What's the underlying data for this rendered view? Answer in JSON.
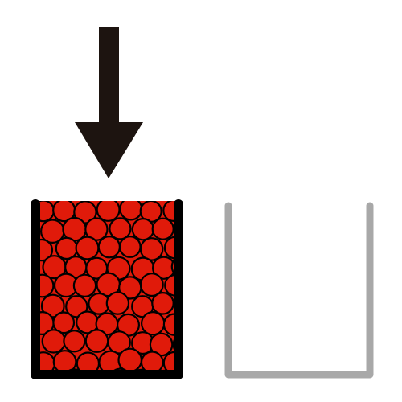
{
  "scene": {
    "arrow_icon": "down-arrow-icon",
    "arrow_direction": "down",
    "filled_container_icon": "filled-container-icon",
    "empty_container_icon": "empty-container-icon"
  },
  "colors": {
    "arrow": "#1d1410",
    "particle_fill": "#e01a0a",
    "particle_stroke": "#000000",
    "filled_container_outline": "#000000",
    "empty_container_outline": "#a8a8a8",
    "background": "#ffffff"
  },
  "containers": [
    {
      "state": "filled",
      "contents": "particles"
    },
    {
      "state": "empty"
    }
  ]
}
